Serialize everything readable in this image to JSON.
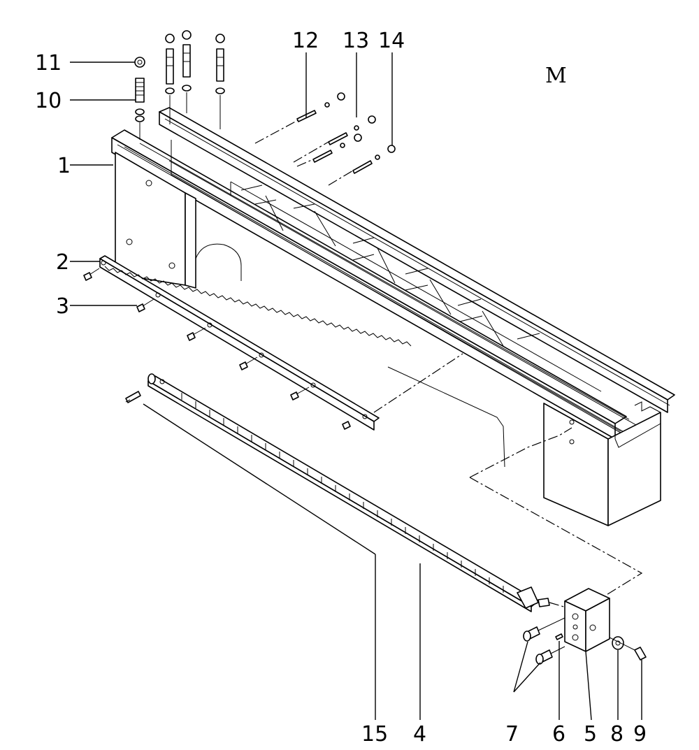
{
  "diagram": {
    "view_label": "M",
    "callouts": {
      "c1": "1",
      "c2": "2",
      "c3": "3",
      "c4": "4",
      "c5": "5",
      "c6": "6",
      "c7": "7",
      "c8": "8",
      "c9": "9",
      "c10": "10",
      "c11": "11",
      "c12": "12",
      "c13": "13",
      "c14": "14",
      "c15": "15"
    }
  }
}
